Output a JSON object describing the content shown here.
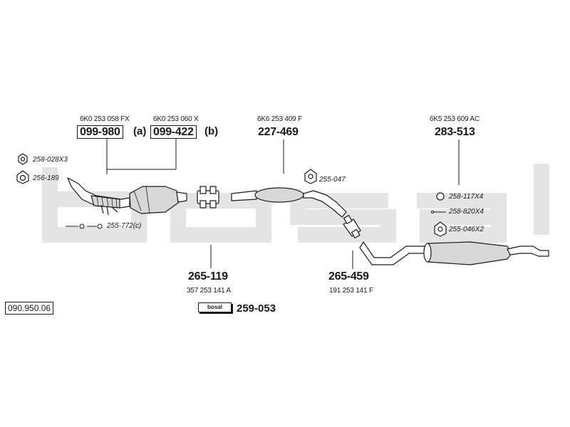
{
  "background_brand": "bosal",
  "catalog_number": "090.950.06",
  "kit": {
    "badge": "bosal",
    "part": "259-053"
  },
  "groups": [
    {
      "oem": "6K0 253 058 FX",
      "part": "099-980",
      "suffix": "(a)"
    },
    {
      "oem": "6K0 253 060 X",
      "part": "099-422",
      "suffix": "(b)"
    },
    {
      "oem": "6K6 253 409 F",
      "part": "227-469"
    },
    {
      "oem": "6K5 253 609 AC",
      "part": "283-513"
    },
    {
      "oem": "357 253 141 A",
      "part": "265-119"
    },
    {
      "oem": "191 253 141 F",
      "part": "265-459"
    }
  ],
  "accessories": [
    {
      "label": "258-028X3",
      "icon": "nut-icon"
    },
    {
      "label": "256-189",
      "icon": "flange-gasket-icon"
    },
    {
      "label": "255-772(c)",
      "icon": "bolt-set-icon"
    },
    {
      "label": "255-047",
      "icon": "rubber-hanger-icon"
    },
    {
      "label": "258-117X4",
      "icon": "ring-icon"
    },
    {
      "label": "258-820X4",
      "icon": "bolt-icon"
    },
    {
      "label": "255-046X2",
      "icon": "rubber-hanger-icon"
    }
  ],
  "colors": {
    "watermark": "#e6e6e6",
    "ink": "#1a1a1a",
    "part_fill": "#d7d7d7"
  }
}
